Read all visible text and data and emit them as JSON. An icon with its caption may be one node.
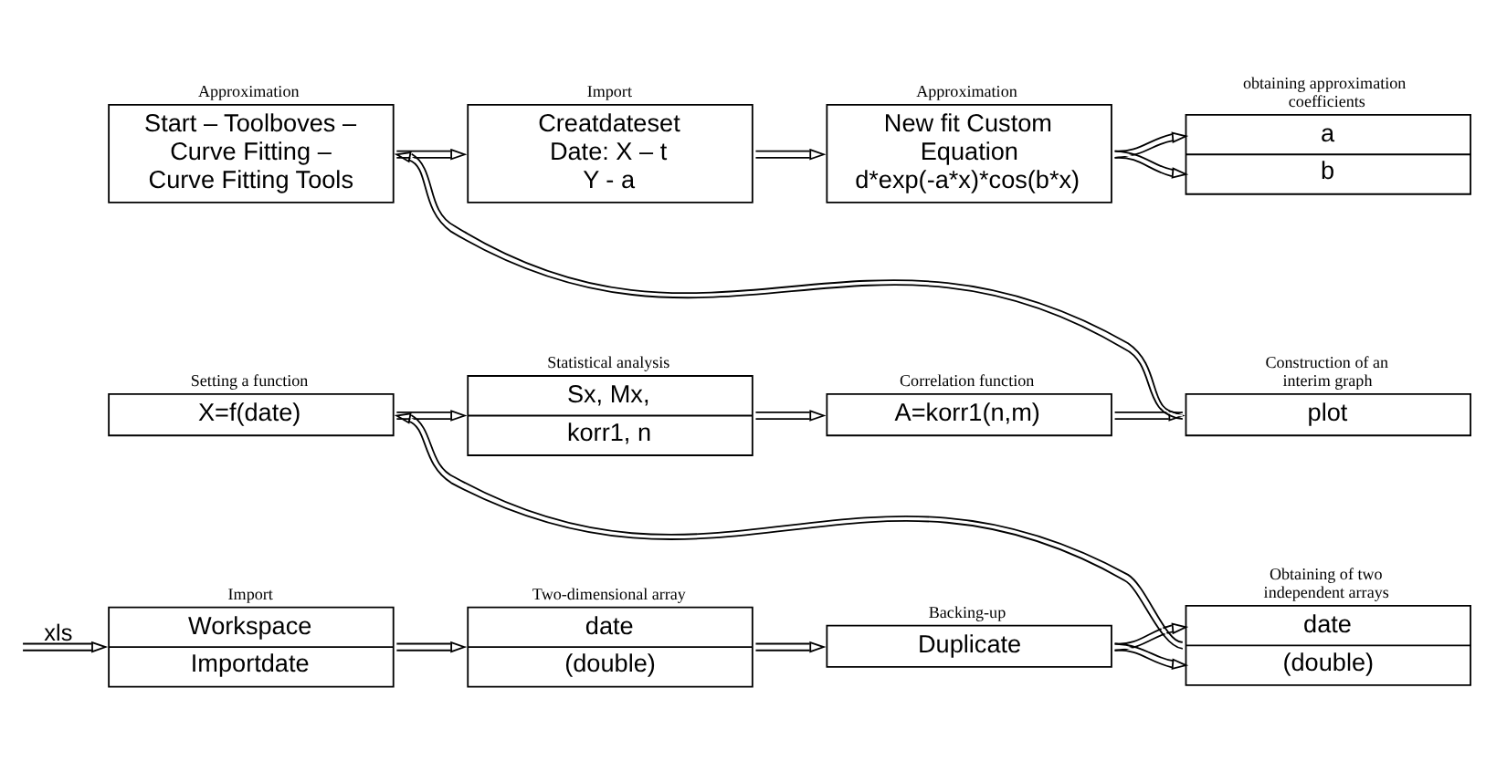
{
  "diagram": {
    "nodes": [
      {
        "text": [
          "Import",
          "Workspace",
          "Importdate"
        ]
      },
      {
        "text": [
          "Two-dimensional array",
          "date",
          "(double)"
        ]
      },
      {
        "text": [
          "Backing-up",
          "Duplicate"
        ]
      },
      {
        "text": [
          "Obtaining of two independent arrays",
          "date",
          "(double)"
        ]
      },
      {
        "text": [
          "Setting a function",
          "X=f(date)"
        ]
      },
      {
        "text": [
          "Statistical analysis",
          "Sx, Mx,",
          "korr1, n"
        ]
      },
      {
        "text": [
          "Correlation function",
          "A=korr1(n,m)"
        ]
      },
      {
        "text": [
          "Construction of an interim graph",
          "plot"
        ]
      },
      {
        "text": [
          "Approximation",
          "Start – Toolboves – Curve Fitting – Curve Fitting Tools"
        ]
      },
      {
        "text": [
          "Import",
          "Creatdateset Date: X – t Y - a"
        ]
      },
      {
        "text": [
          "Approximation",
          "New fit Custom Equation d*exp(-a*x)*cos(b*x)"
        ]
      },
      {
        "text": [
          "obtaining approximation coefficients",
          "a",
          "b"
        ]
      }
    ],
    "edges": [
      {
        "from": null,
        "to": 0,
        "arrow": "to",
        "label": "xls"
      },
      {
        "from": 0,
        "to": 1,
        "arrow": "to"
      },
      {
        "from": 1,
        "to": 2,
        "arrow": "to"
      },
      {
        "from": 2,
        "to": 3,
        "arrow": "to"
      },
      {
        "from": 2,
        "to": 3,
        "arrow": "to"
      },
      {
        "from": 3,
        "to": 4,
        "arrow": "to"
      },
      {
        "from": 4,
        "to": 5,
        "arrow": "to"
      },
      {
        "from": 5,
        "to": 6,
        "arrow": "to"
      },
      {
        "from": 6,
        "to": 7,
        "arrow": "to"
      },
      {
        "from": 7,
        "to": 8,
        "arrow": "to"
      },
      {
        "from": 8,
        "to": 9,
        "arrow": "to"
      },
      {
        "from": 9,
        "to": 10,
        "arrow": "to"
      },
      {
        "from": 10,
        "to": 11,
        "arrow": "to"
      },
      {
        "from": 10,
        "to": 11,
        "arrow": "to"
      }
    ]
  }
}
